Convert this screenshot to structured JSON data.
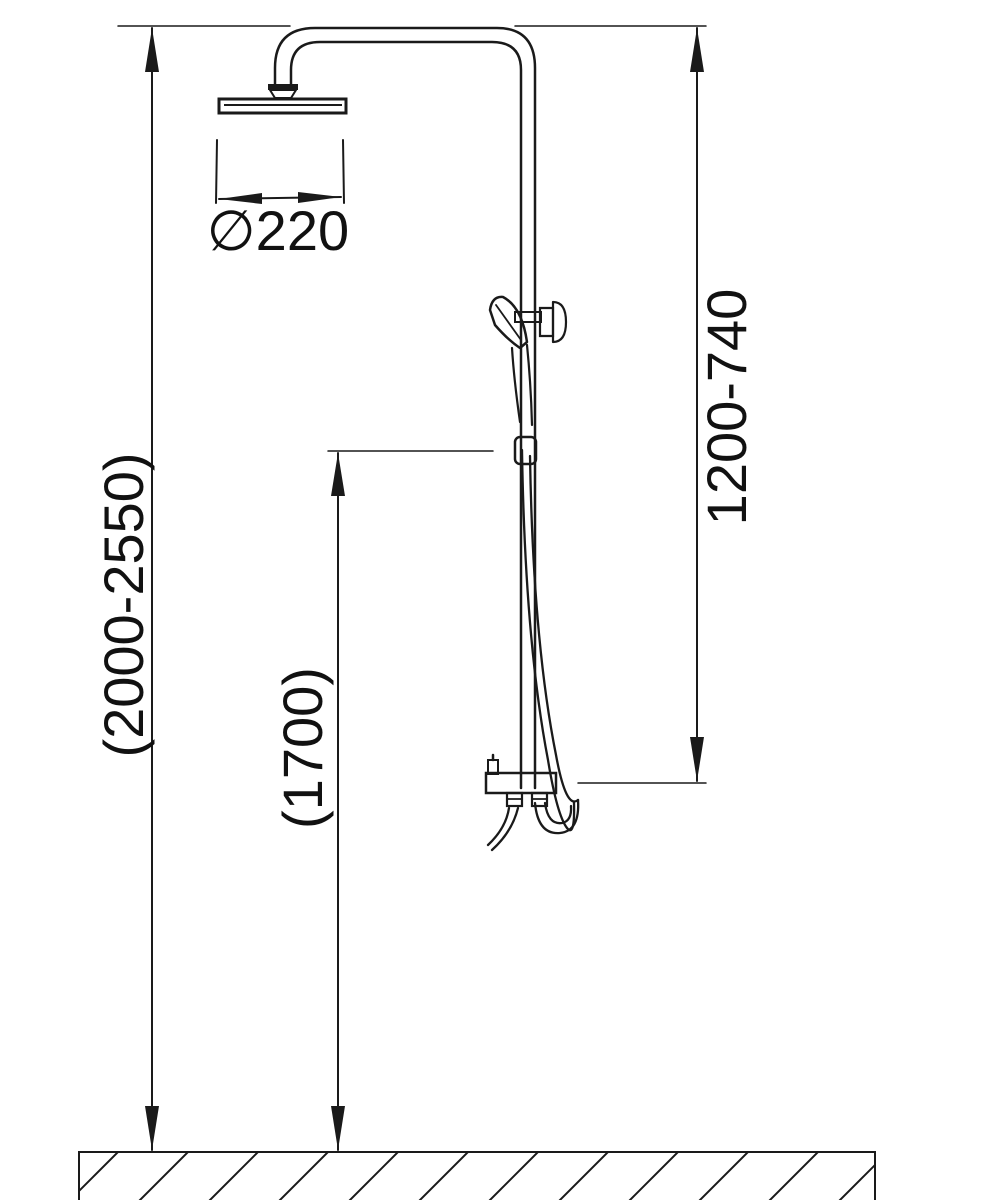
{
  "dimensions": {
    "head_diameter": "∅220",
    "total_height": "(2000-2550)",
    "mixer_height": "(1700)",
    "riser_length": "1200-740"
  },
  "colors": {
    "line": "#1a1a1a",
    "background": "#ffffff"
  }
}
